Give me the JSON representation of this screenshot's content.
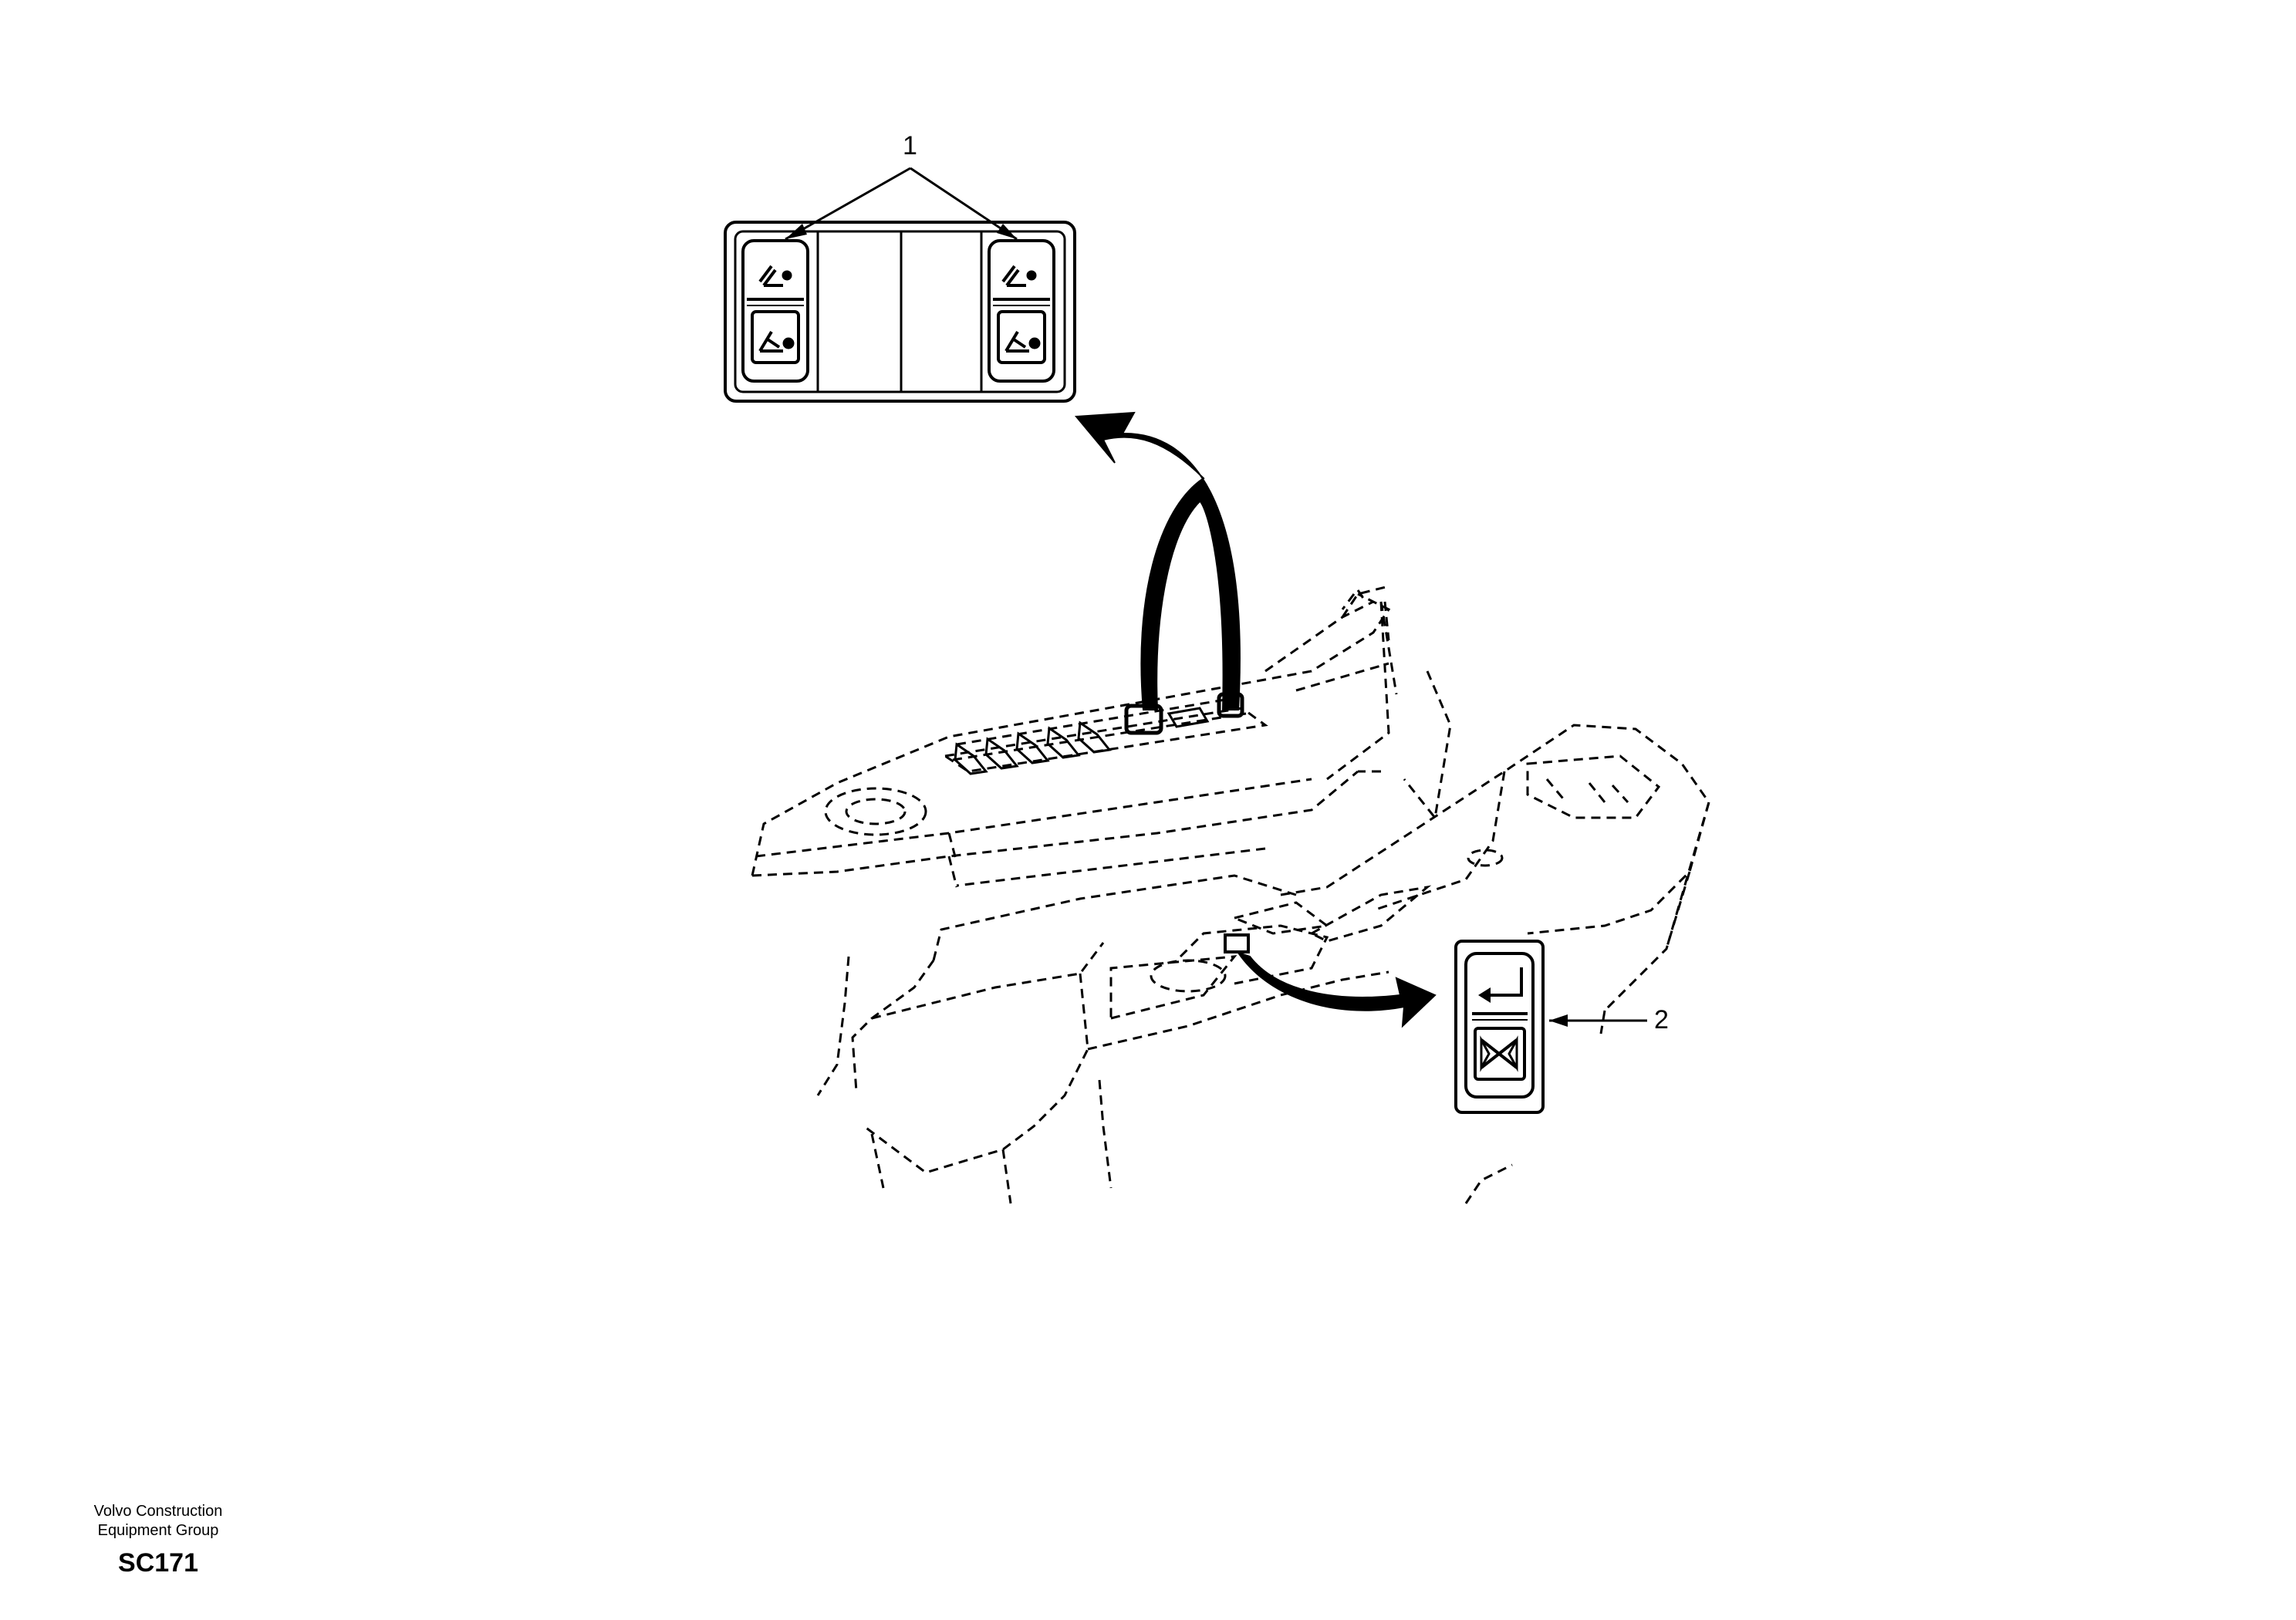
{
  "callouts": {
    "item_1": "1",
    "item_2": "2"
  },
  "footer": {
    "company_line1": "Volvo Construction",
    "company_line2": "Equipment Group",
    "drawing_code": "SC171"
  },
  "icons": {
    "wiper_switch_top": "wiper-icon",
    "wiper_switch_bottom": "washer-icon",
    "return_switch": "return-arrow-icon",
    "cancel_switch": "cancel-x-icon"
  },
  "colors": {
    "line": "#000000",
    "background": "#ffffff"
  }
}
